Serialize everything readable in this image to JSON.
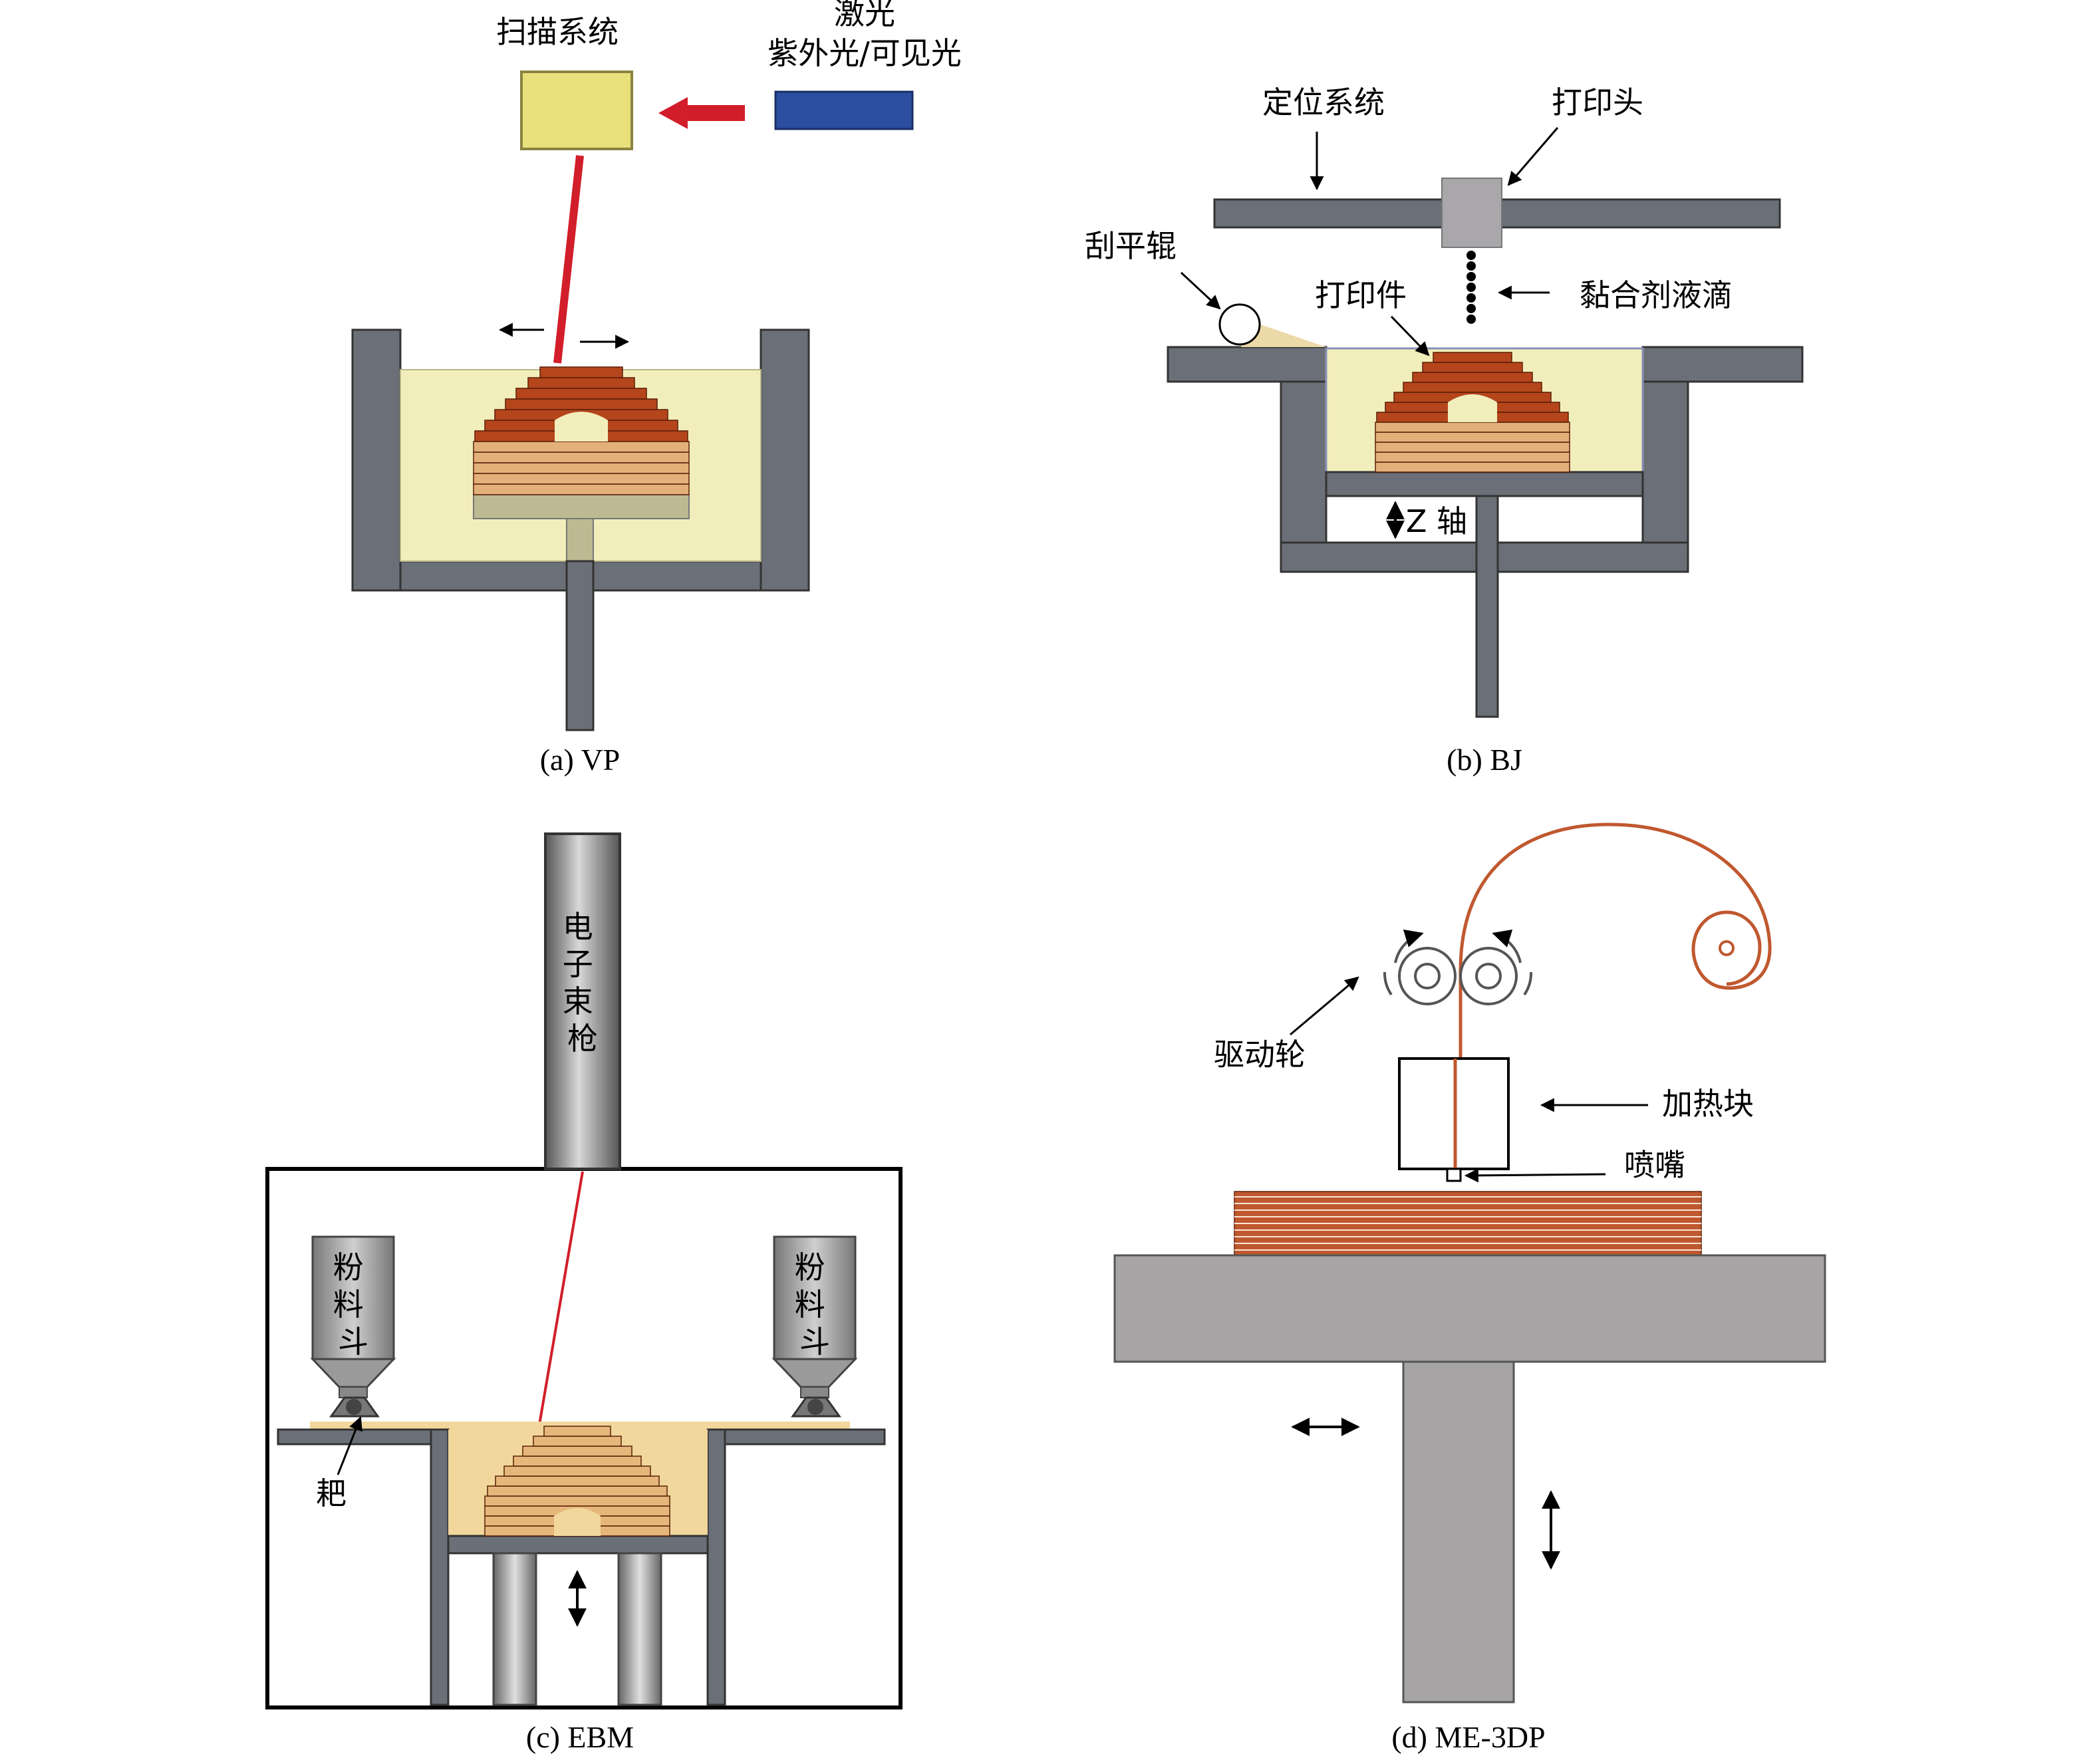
{
  "colors": {
    "wall": "#6b6f77",
    "resin": "#f2eebb",
    "part": "#b5451b",
    "part_light": "#e3b07a",
    "laser": "#d21e2a",
    "scanner": "#e8e07a",
    "laser_source": "#2b4ea0",
    "powder": "#f1d79c",
    "filament": "#c0582f",
    "bed": "#a7a4a6"
  },
  "panel_a": {
    "caption": "(a) VP",
    "scan_system": "扫描系统",
    "laser_line1": "激光",
    "laser_line2": "紫外光/可见光"
  },
  "panel_b": {
    "caption": "(b) BJ",
    "positioning": "定位系统",
    "printhead": "打印头",
    "roller": "刮平辊",
    "part": "打印件",
    "binder": "黏合剂液滴",
    "z_axis": "Z 轴"
  },
  "panel_c": {
    "caption": "(c) EBM",
    "gun": "电子束枪",
    "hopper_left": "粉料斗",
    "hopper_right": "粉料斗",
    "rake": "耙"
  },
  "panel_d": {
    "caption": "(d) ME-3DP",
    "drive_wheel": "驱动轮",
    "heater": "加热块",
    "nozzle": "喷嘴"
  }
}
